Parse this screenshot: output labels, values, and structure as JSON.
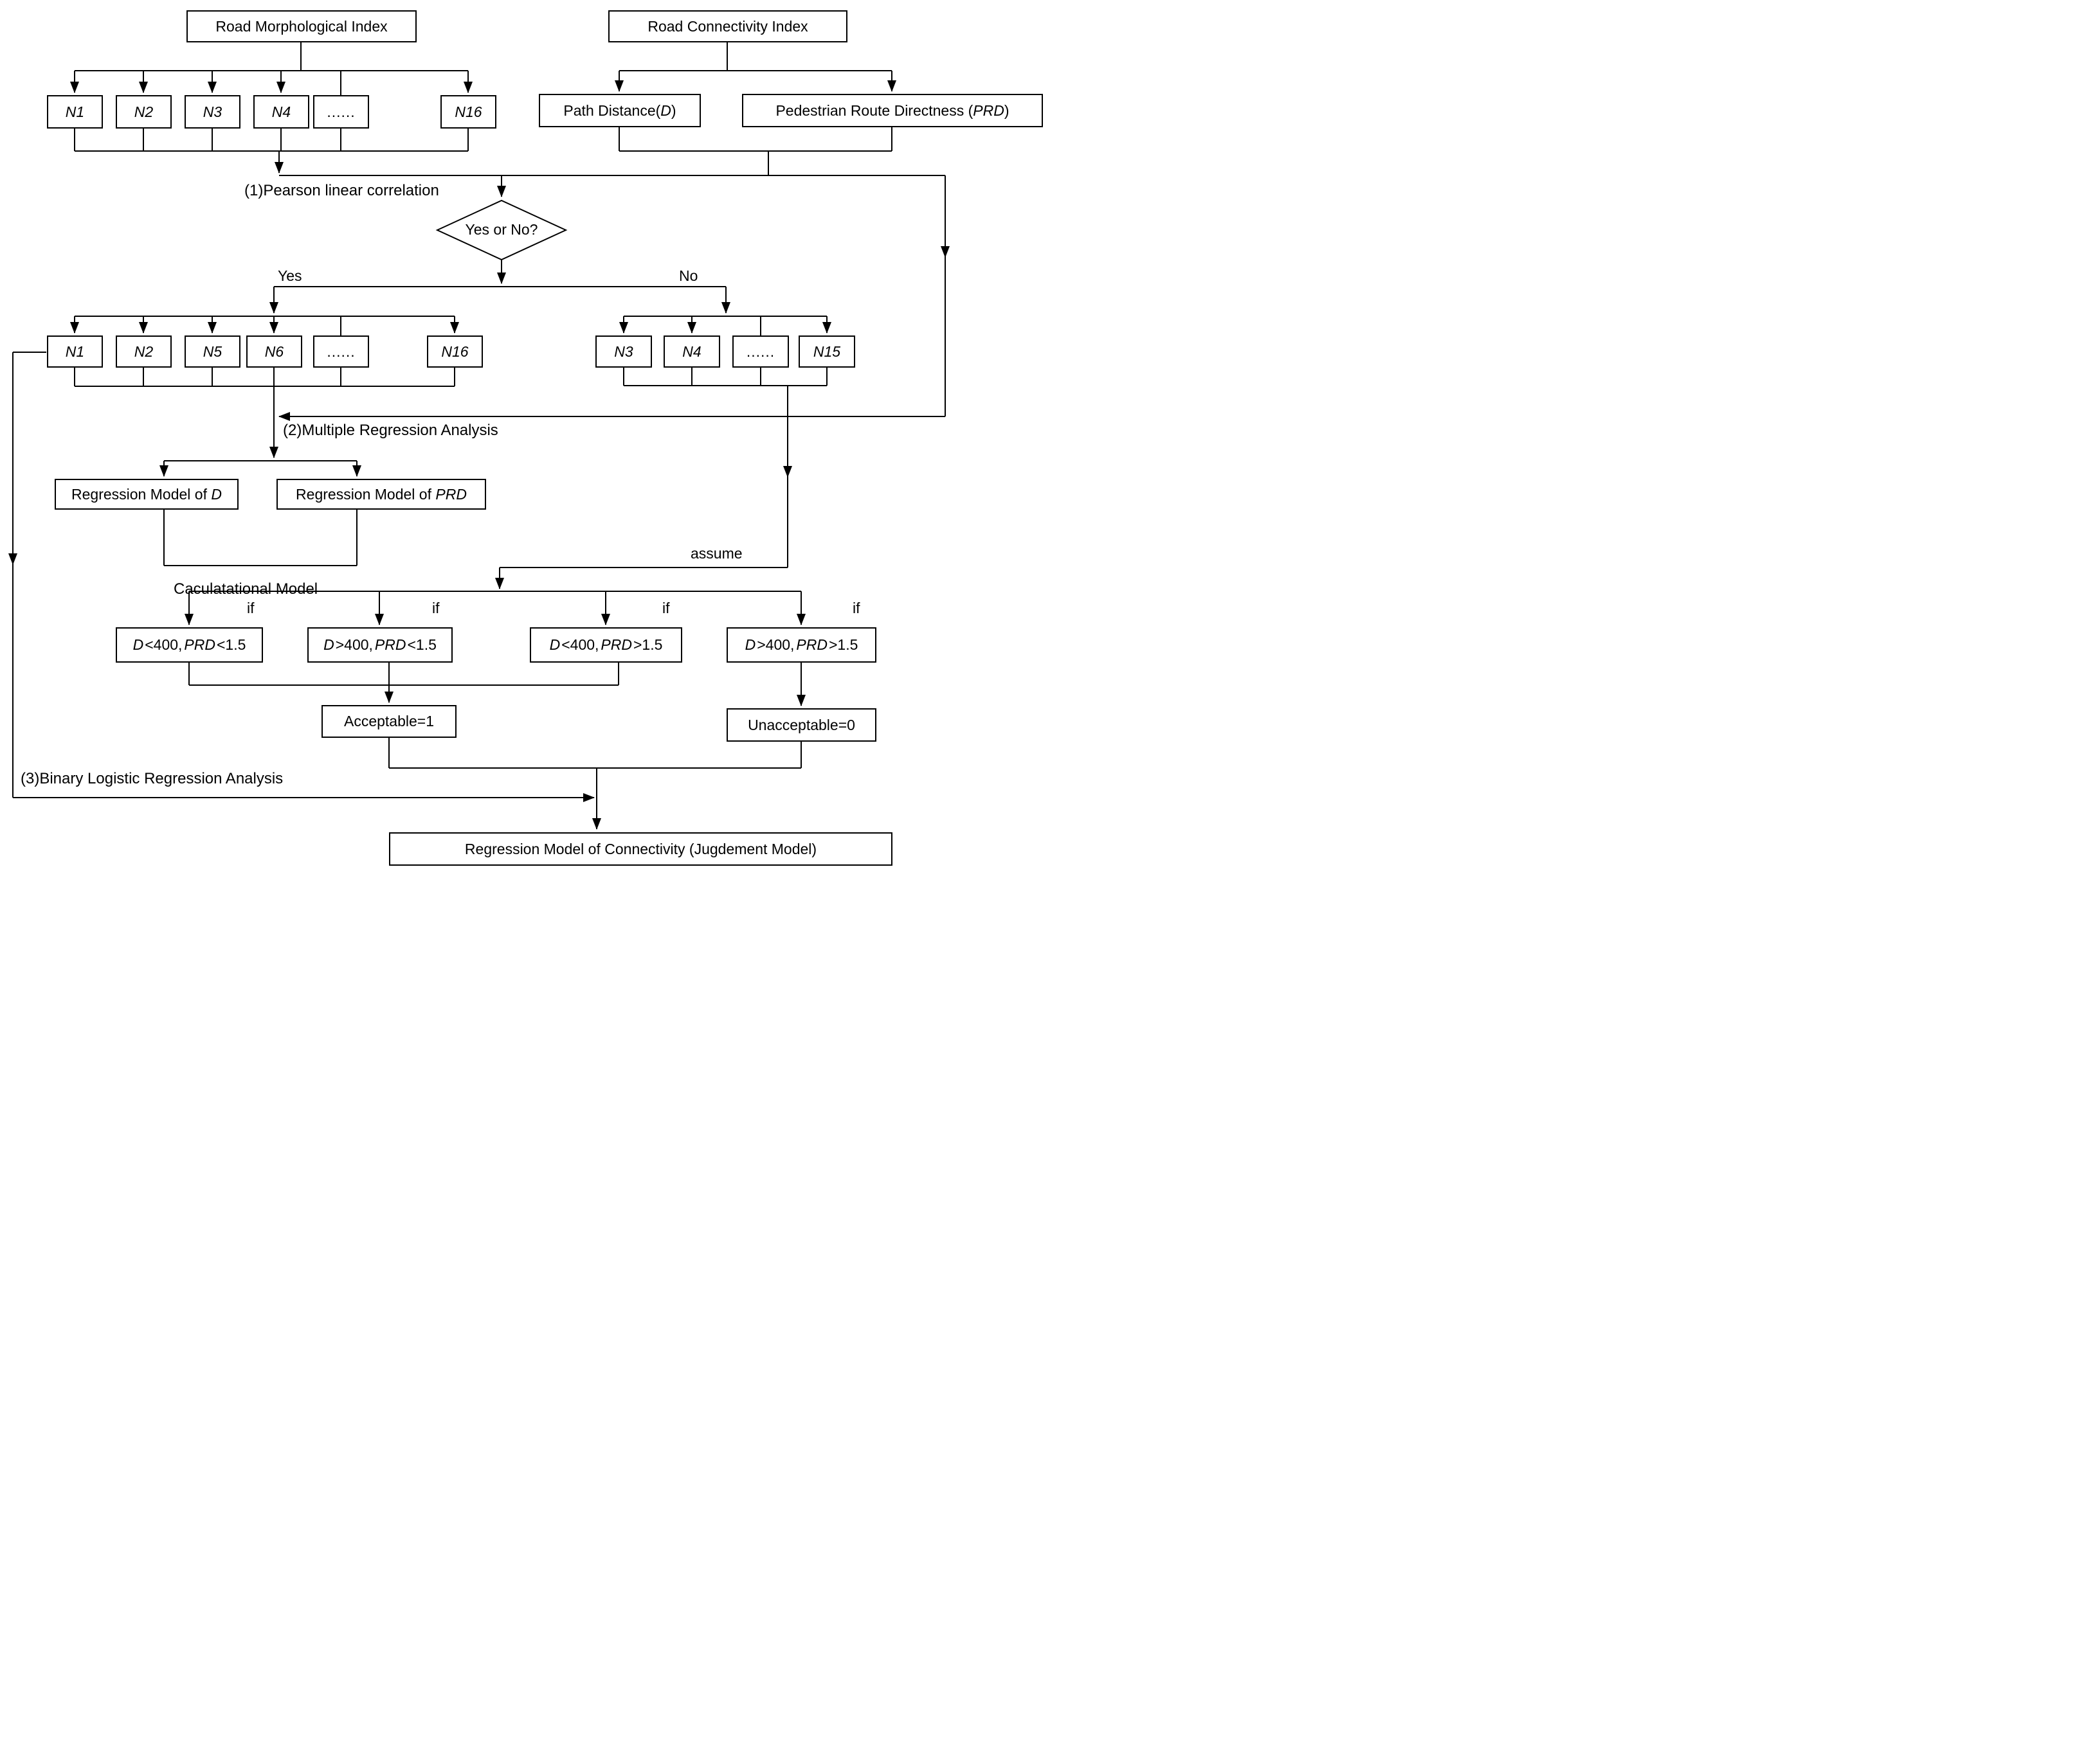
{
  "colors": {
    "line": "#000000",
    "background": "#ffffff",
    "text": "#000000"
  },
  "morph": {
    "title": "Road Morphological Index",
    "children": [
      "N1",
      "N2",
      "N3",
      "N4",
      "......",
      "N16"
    ]
  },
  "conn": {
    "title": "Road Connectivity Index",
    "distance": {
      "pre": "Path Distance(",
      "em": "D",
      "post": ")"
    },
    "prd": {
      "pre": "Pedestrian Route Directness (",
      "em": "PRD",
      "post": ")"
    }
  },
  "step1": {
    "label": "(1)Pearson linear correlation"
  },
  "decision": {
    "label": "Yes or No?",
    "yes": "Yes",
    "no": "No"
  },
  "yes_branch": {
    "children": [
      "N1",
      "N2",
      "N5",
      "N6",
      "......",
      "N16"
    ]
  },
  "no_branch": {
    "children": [
      "N3",
      "N4",
      "......",
      "N15"
    ]
  },
  "step2": {
    "label": "(2)Multiple Regression Analysis"
  },
  "regression": {
    "model_d": {
      "pre": "Regression Model of ",
      "em": "D"
    },
    "model_prd": {
      "pre": "Regression Model of ",
      "em": "PRD"
    },
    "calc_label": "Caculatational Model"
  },
  "assume": {
    "label": "assume",
    "if_label": "if"
  },
  "conditions": [
    {
      "v1": "D",
      "c1": "<400,",
      "v2": "PRD",
      "c2": "<1.5"
    },
    {
      "v1": "D",
      "c1": ">400,",
      "v2": "PRD",
      "c2": "<1.5"
    },
    {
      "v1": "D",
      "c1": "<400,",
      "v2": "PRD",
      "c2": ">1.5"
    },
    {
      "v1": "D",
      "c1": ">400,",
      "v2": "PRD",
      "c2": ">1.5"
    }
  ],
  "outcomes": {
    "acceptable": "Acceptable=1",
    "unacceptable": "Unacceptable=0"
  },
  "step3": {
    "label": "(3)Binary Logistic Regression Analysis"
  },
  "final": {
    "label": "Regression Model of Connectivity (Jugdement Model)"
  }
}
